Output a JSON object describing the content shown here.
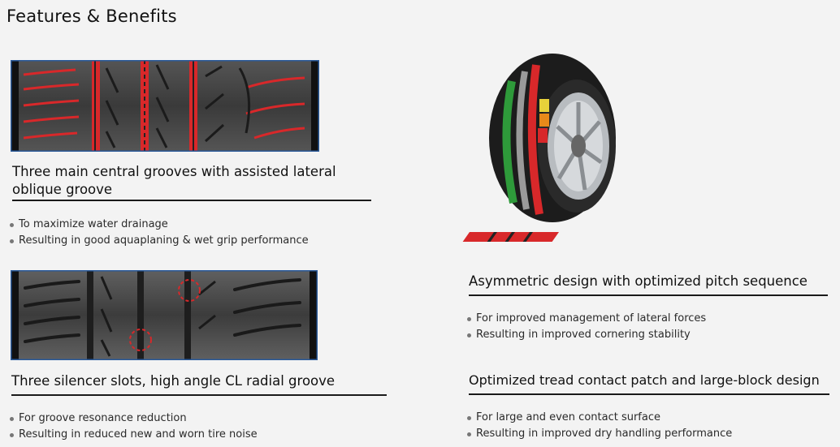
{
  "page": {
    "title": "Features & Benefits"
  },
  "features": [
    {
      "heading": "Three main central grooves with assisted lateral oblique groove",
      "bullets": [
        "To maximize water drainage",
        "Resulting in good aquaplaning & wet grip performance"
      ]
    },
    {
      "heading": "Three silencer slots, high angle CL radial groove",
      "bullets": [
        "For groove resonance reduction",
        "Resulting in reduced new and worn tire noise"
      ]
    },
    {
      "heading": "Asymmetric design with optimized pitch sequence",
      "bullets": [
        "For improved management of lateral forces",
        "Resulting in improved cornering stability"
      ]
    },
    {
      "heading": "Optimized tread contact patch and large-block design",
      "bullets": [
        "For large and even contact surface",
        "Resulting in improved dry handling performance"
      ]
    }
  ],
  "colors": {
    "highlight_red": "#d8282a",
    "frame_blue": "#2a5a9a",
    "tread_dark": "#2b2b2b",
    "stripe_green": "#2e9a3a",
    "stripe_orange": "#e88a1a"
  }
}
